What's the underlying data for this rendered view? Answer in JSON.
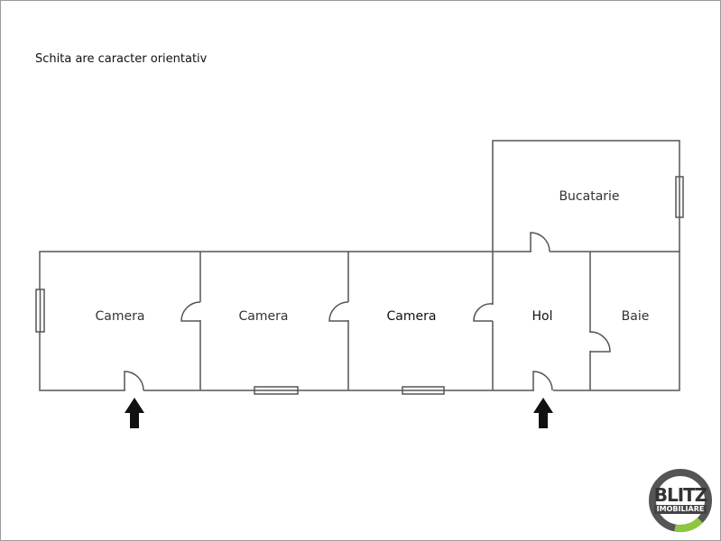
{
  "note": "Schita are caracter orientativ",
  "rooms": {
    "camera1": "Camera",
    "camera2": "Camera",
    "camera3": "Camera",
    "hol": "Hol",
    "baie": "Baie",
    "bucatarie": "Bucatarie"
  },
  "logo": {
    "title": "BLITZ",
    "subtitle": "IMOBILIARE",
    "ring_color": "#555555",
    "accent_color": "#8dc63f"
  }
}
